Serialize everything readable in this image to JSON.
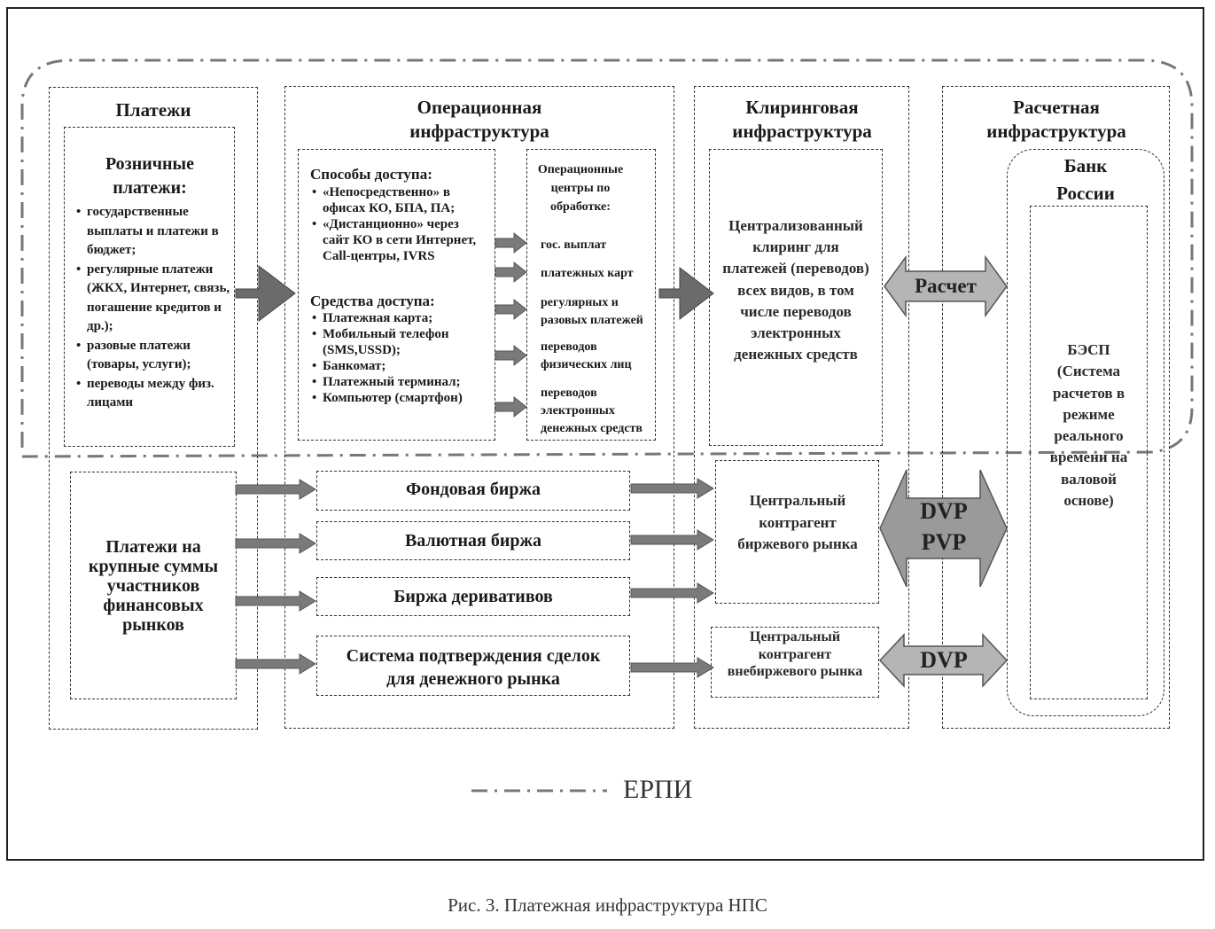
{
  "columns": {
    "payments": "Платежи",
    "operational": "Операционная инфраструктура",
    "clearing": "Клиринговая инфраструктура",
    "settlement": "Расчетная инфраструктура"
  },
  "retail": {
    "title": "Розничные платежи:",
    "items": [
      "государственные выплаты и платежи в бюджет;",
      "регулярные платежи (ЖКХ, Интернет, связь, погашение кредитов и др.);",
      "разовые платежи (товары, услуги);",
      "переводы между физ. лицами"
    ]
  },
  "access_methods": {
    "title": "Способы доступа:",
    "items": [
      "«Непосредственно» в офисах КО, БПА, ПА;",
      "«Дистанционно» через сайт КО в сети Интернет, Call-центры, IVRS"
    ]
  },
  "access_means": {
    "title": "Средства доступа:",
    "items": [
      "Платежная карта;",
      "Мобильный телефон (SMS,USSD);",
      "Банкомат;",
      "Платежный терминал;",
      "Компьютер (смартфон)"
    ]
  },
  "op_centers": {
    "title": "Операционные центры по обработке:",
    "items": [
      "гос. выплат",
      "платежных карт",
      "регулярных и разовых платежей",
      "переводов физических лиц",
      "переводов электронных денежных средств"
    ]
  },
  "central_clearing": "Централизованный клиринг для платежей (переводов) всех видов, в том числе переводов электронных денежных средств",
  "bank": "Банк России",
  "besp": "БЭСП (Система расчетов в режиме реального времени на валовой основе)",
  "large_payments": "Платежи на крупные суммы участников финансовых рынков",
  "exchanges": [
    "Фондовая биржа",
    "Валютная биржа",
    "Биржа деривативов",
    "Система подтверждения сделок для денежного рынка"
  ],
  "ccp_exchange": "Центральный контрагент биржевого рынка",
  "ccp_otc": "Центральный контрагент внебиржевого рынка",
  "arrows": {
    "settlement": "Расчет",
    "dvp_pvp_1": "DVP",
    "dvp_pvp_2": "PVP",
    "dvp": "DVP"
  },
  "legend": "ЕРПИ",
  "caption": "Рис. 3. Платежная инфраструктура НПС"
}
